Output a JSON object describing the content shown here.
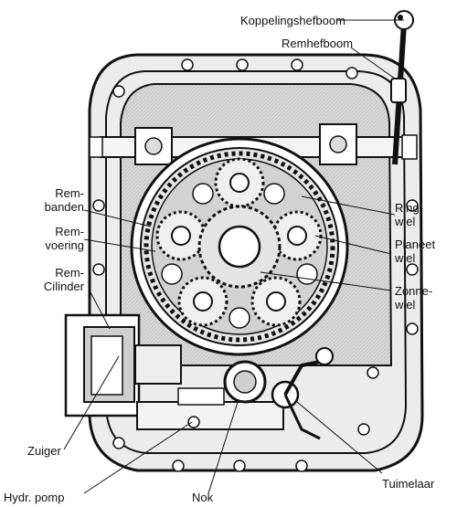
{
  "labels": {
    "koppelingshefboom": "Koppelingshefboom",
    "remhefboom": "Remhefboom",
    "rem_banden_1": "Rem-",
    "rem_banden_2": "banden",
    "rem_voering_1": "Rem-",
    "rem_voering_2": "voering",
    "rem_cilinder_1": "Rem-",
    "rem_cilinder_2": "Cilinder",
    "ringwiel_1": "Ring-",
    "ringwiel_2": "wiel",
    "planeetwiel_1": "Planeet",
    "planeetwiel_2": "wiel",
    "zonnewiel_1": "Zonne-",
    "zonnewiel_2": "wiel",
    "zuiger": "Zuiger",
    "hydr_pomp": "Hydr. pomp",
    "nok": "Nok",
    "tuimelaar": "Tuimelaar"
  }
}
